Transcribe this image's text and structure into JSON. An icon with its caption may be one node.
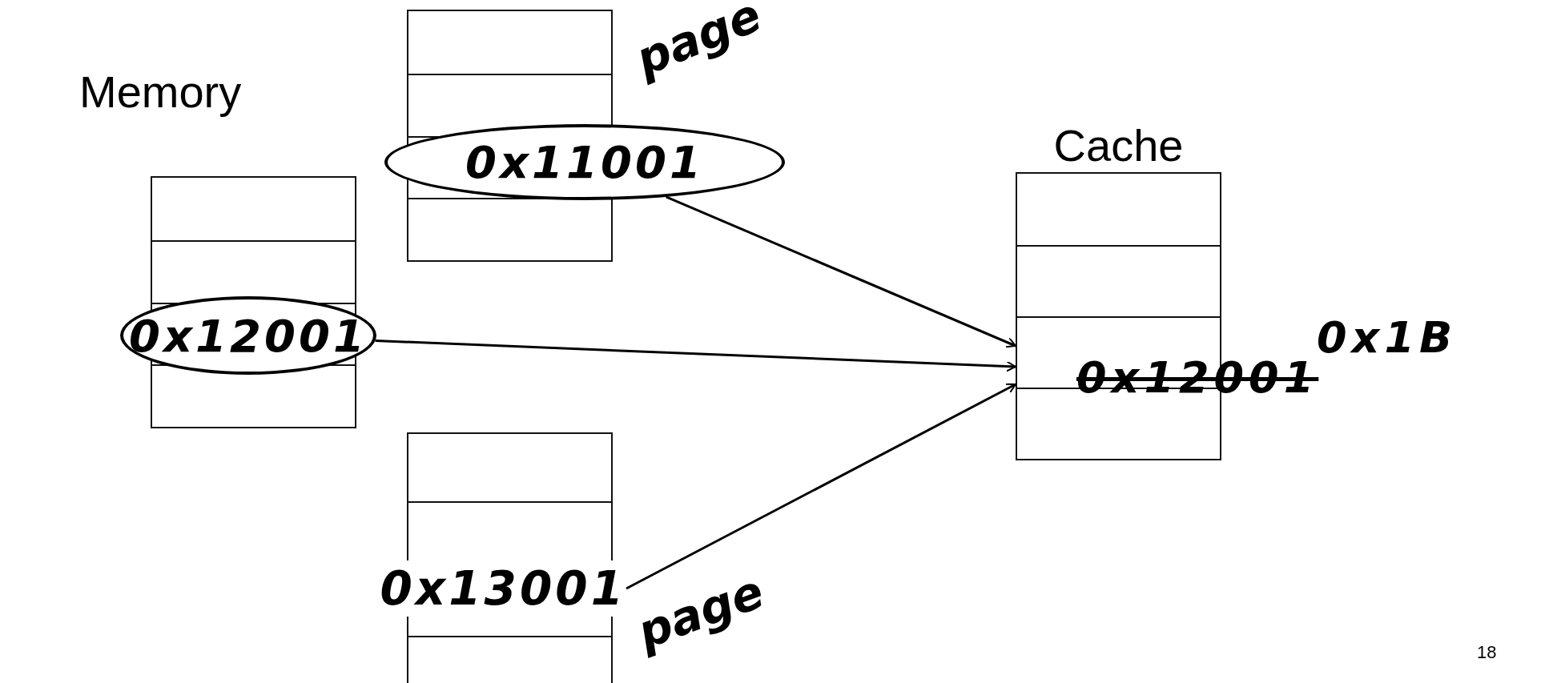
{
  "diagram": {
    "nodes": [
      {
        "text": [],
        "shape": "box"
      },
      {
        "text": [
          "0x11001"
        ],
        "beside": [
          "page"
        ]
      },
      {
        "text": [],
        "shape": "box"
      },
      {
        "text": [
          "0x12001"
        ]
      },
      {
        "text": [],
        "shape": "box"
      },
      {
        "text": [
          "0x13001"
        ]
      },
      {
        "text": [
          "Cache"
        ]
      }
    ],
    "edges": [
      {
        "from": 1,
        "to": 6,
        "arrow": "to"
      },
      {
        "from": 3,
        "to": 6,
        "arrow": "to"
      },
      {
        "from": 5,
        "to": 6,
        "arrow": "to"
      }
    ],
    "labels": [
      "Memory",
      "0x1B",
      "0x12001",
      "page",
      "18"
    ]
  }
}
